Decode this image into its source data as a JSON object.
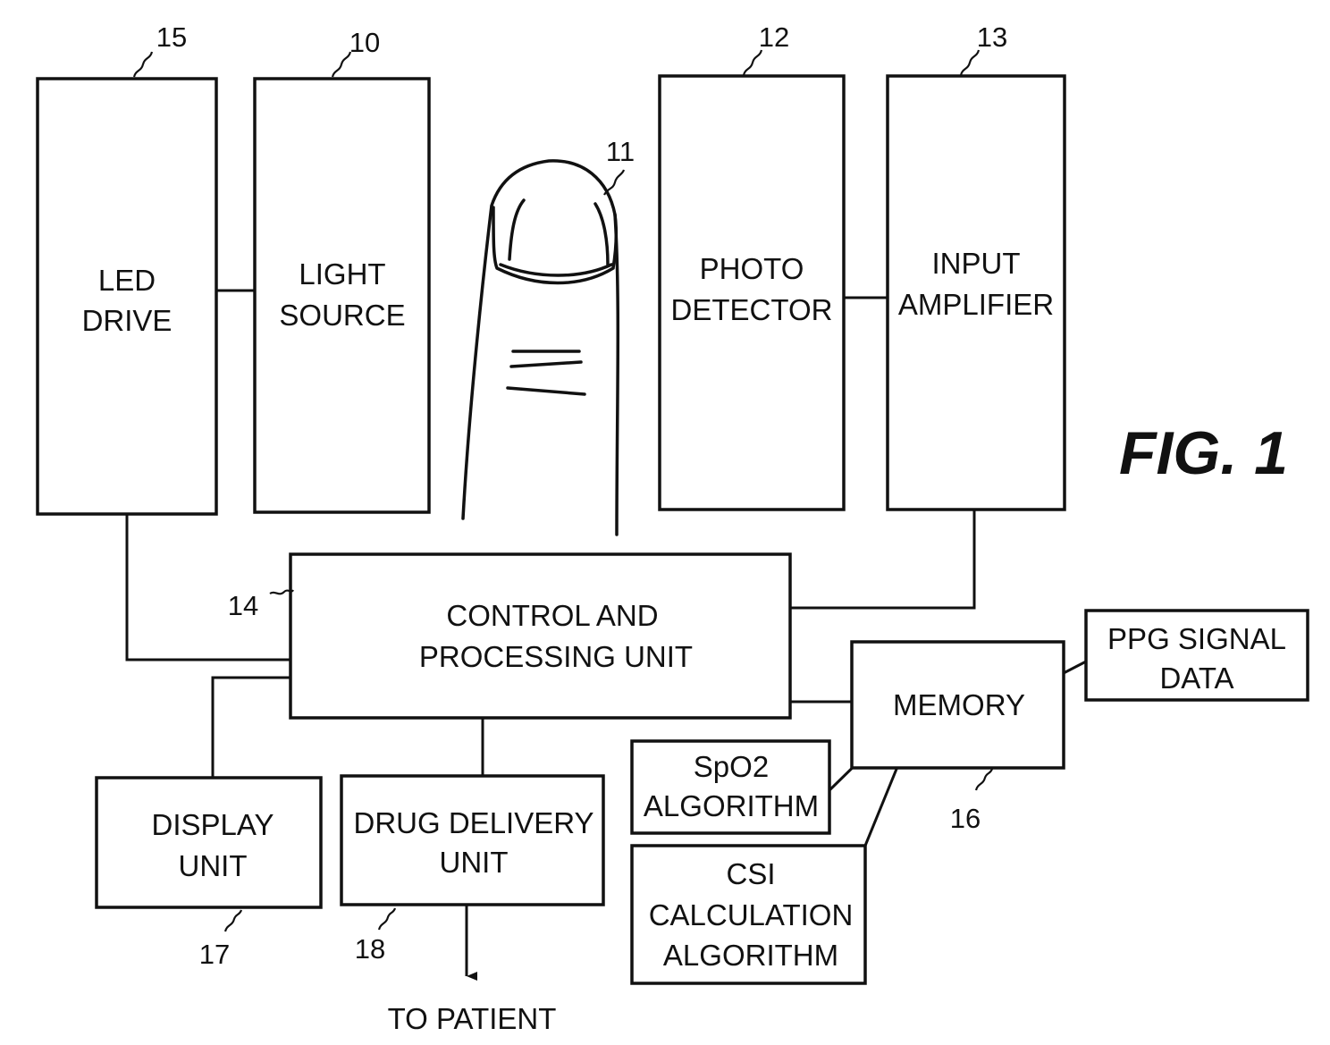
{
  "figure_label": "FIG. 1",
  "blocks": {
    "led_drive": {
      "ref": "15",
      "lines": [
        "LED",
        "DRIVE"
      ]
    },
    "light_source": {
      "ref": "10",
      "lines": [
        "LIGHT",
        "SOURCE"
      ]
    },
    "finger": {
      "ref": "11"
    },
    "photo_detector": {
      "ref": "12",
      "lines": [
        "PHOTO",
        "DETECTOR"
      ]
    },
    "input_amplifier": {
      "ref": "13",
      "lines": [
        "INPUT",
        "AMPLIFIER"
      ]
    },
    "control_processing": {
      "ref": "14",
      "lines": [
        "CONTROL AND",
        "PROCESSING UNIT"
      ]
    },
    "memory": {
      "ref": "16",
      "lines": [
        "MEMORY"
      ]
    },
    "ppg_signal_data": {
      "lines": [
        "PPG SIGNAL",
        "DATA"
      ]
    },
    "spo2_algorithm": {
      "lines": [
        "SpO2",
        "ALGORITHM"
      ]
    },
    "csi_algorithm": {
      "lines": [
        "CSI",
        "CALCULATION",
        "ALGORITHM"
      ]
    },
    "display_unit": {
      "ref": "17",
      "lines": [
        "DISPLAY",
        "UNIT"
      ]
    },
    "drug_delivery": {
      "ref": "18",
      "lines": [
        "DRUG DELIVERY",
        "UNIT"
      ]
    }
  },
  "output_label": "TO PATIENT"
}
